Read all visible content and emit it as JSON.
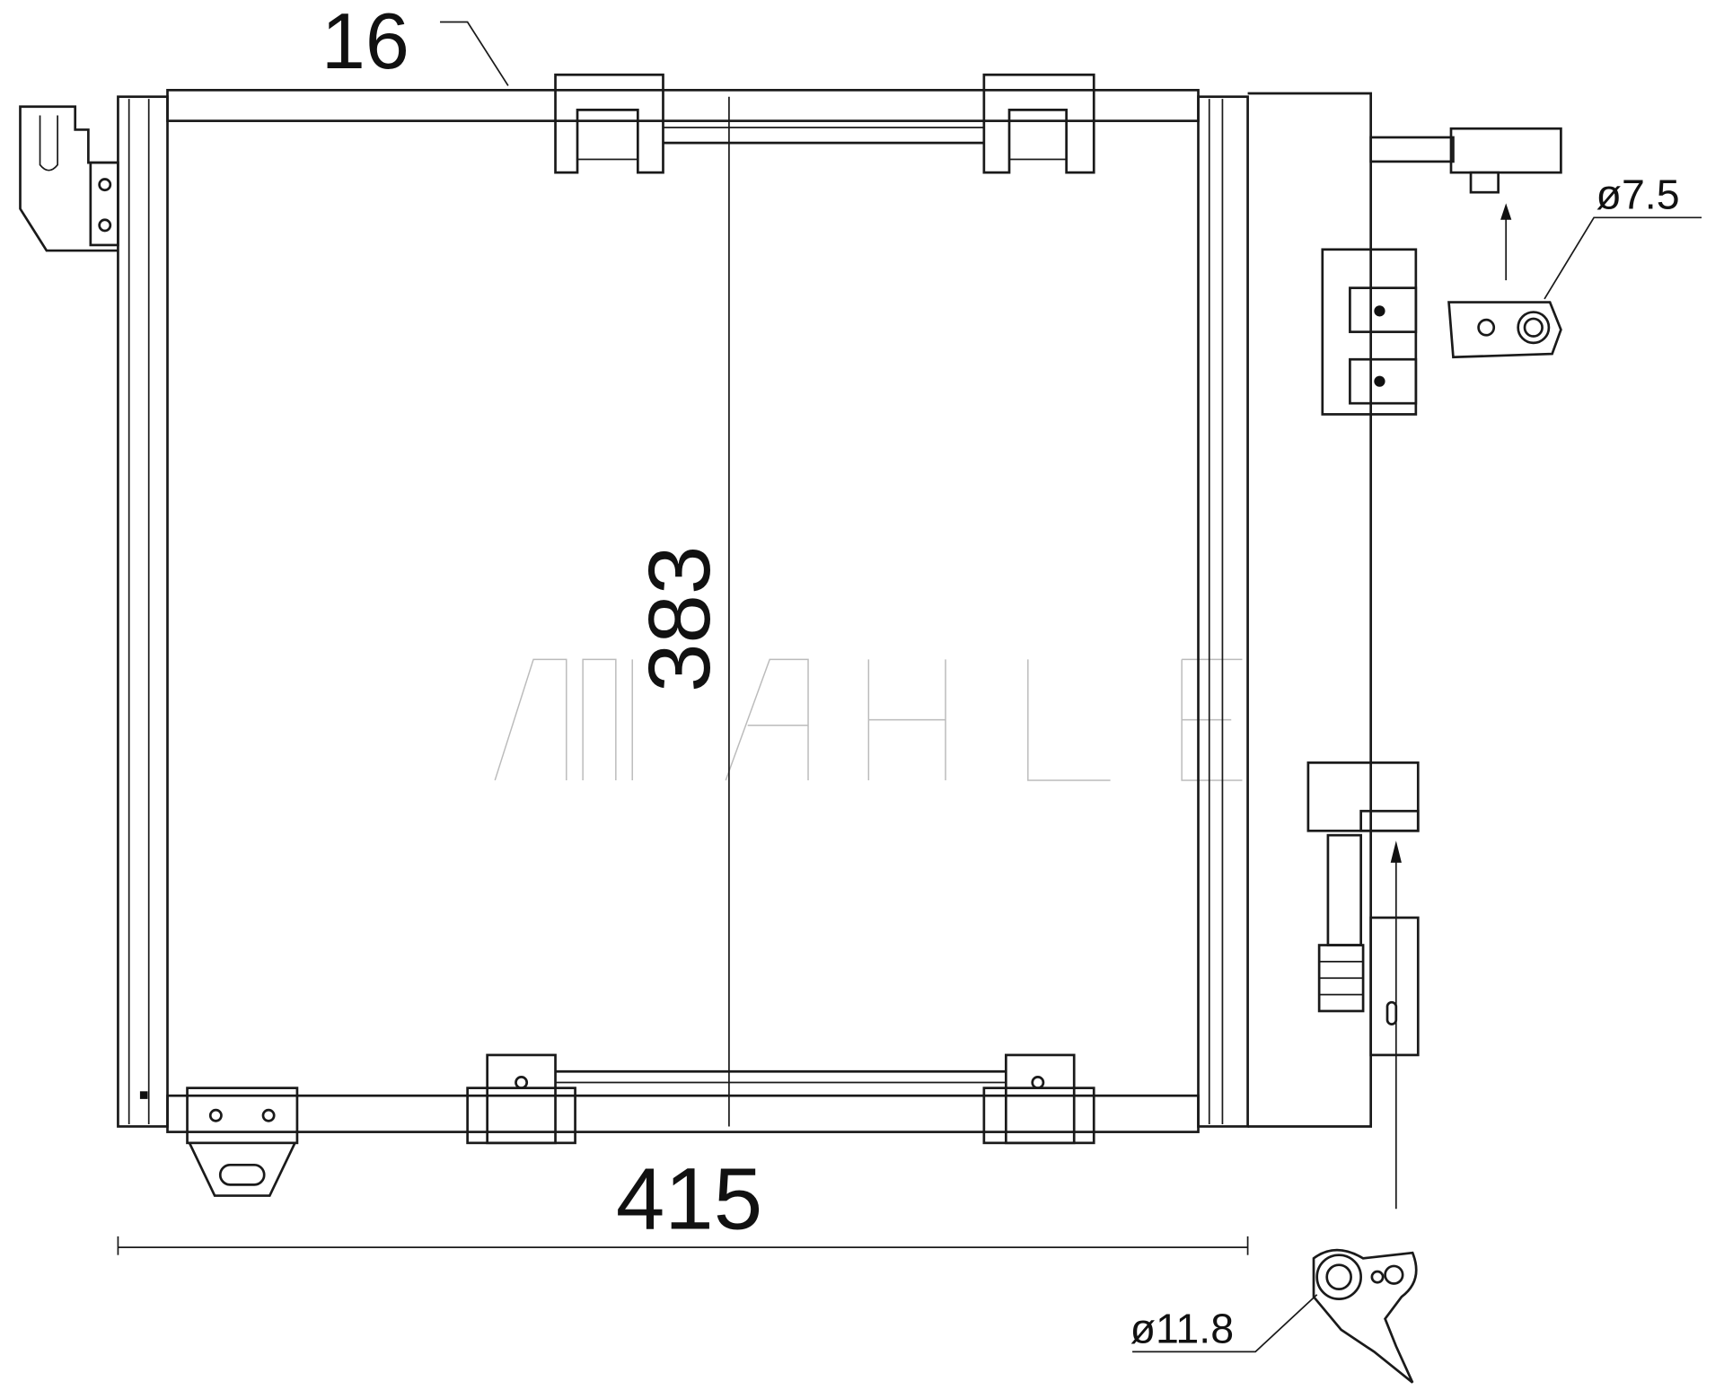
{
  "drawing": {
    "title": "Condenser technical drawing",
    "watermark": "MAHLE",
    "dimensions": {
      "depth": "16",
      "height": "383",
      "width": "415",
      "outlet_diameter": "ø7.5",
      "inlet_diameter": "ø11.8"
    },
    "colors": {
      "line": "#1a1a1a",
      "background": "#ffffff",
      "watermark": "#bbbbbb"
    }
  }
}
